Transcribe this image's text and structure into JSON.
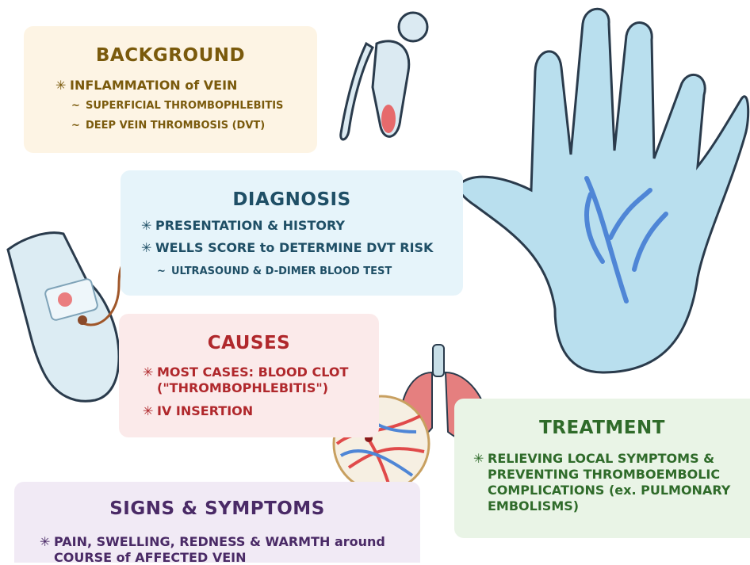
{
  "background": {
    "title": "BACKGROUND",
    "bullet": "INFLAMMATION of VEIN",
    "subs": [
      "SUPERFICIAL THROMBOPHLEBITIS",
      "DEEP VEIN THROMBOSIS (DVT)"
    ]
  },
  "diagnosis": {
    "title": "DIAGNOSIS",
    "bullets": [
      "PRESENTATION & HISTORY",
      "WELLS SCORE to DETERMINE DVT RISK"
    ],
    "sub": "ULTRASOUND & D-DIMER BLOOD TEST"
  },
  "causes": {
    "title": "CAUSES",
    "bullets": [
      "MOST CASES: BLOOD CLOT",
      "(\"THROMBOPHLEBITIS\")",
      "IV INSERTION"
    ]
  },
  "treatment": {
    "title": "TREATMENT",
    "lines": [
      "RELIEVING LOCAL SYMPTOMS &",
      "PREVENTING THROMBOEMBOLIC",
      "COMPLICATIONS (ex. PULMONARY",
      "EMBOLISMS)"
    ]
  },
  "signs": {
    "title": "SIGNS & SYMPTOMS",
    "lines": [
      "PAIN, SWELLING, REDNESS & WARMTH around",
      "COURSE of AFFECTED VEIN"
    ]
  },
  "symbols": {
    "star": "✳",
    "dash": "~"
  },
  "colors": {
    "background": "#7a5a0c",
    "diagnosis": "#1f4f66",
    "causes": "#b0282c",
    "treatment": "#2f6b2a",
    "signs": "#4a2a66"
  }
}
